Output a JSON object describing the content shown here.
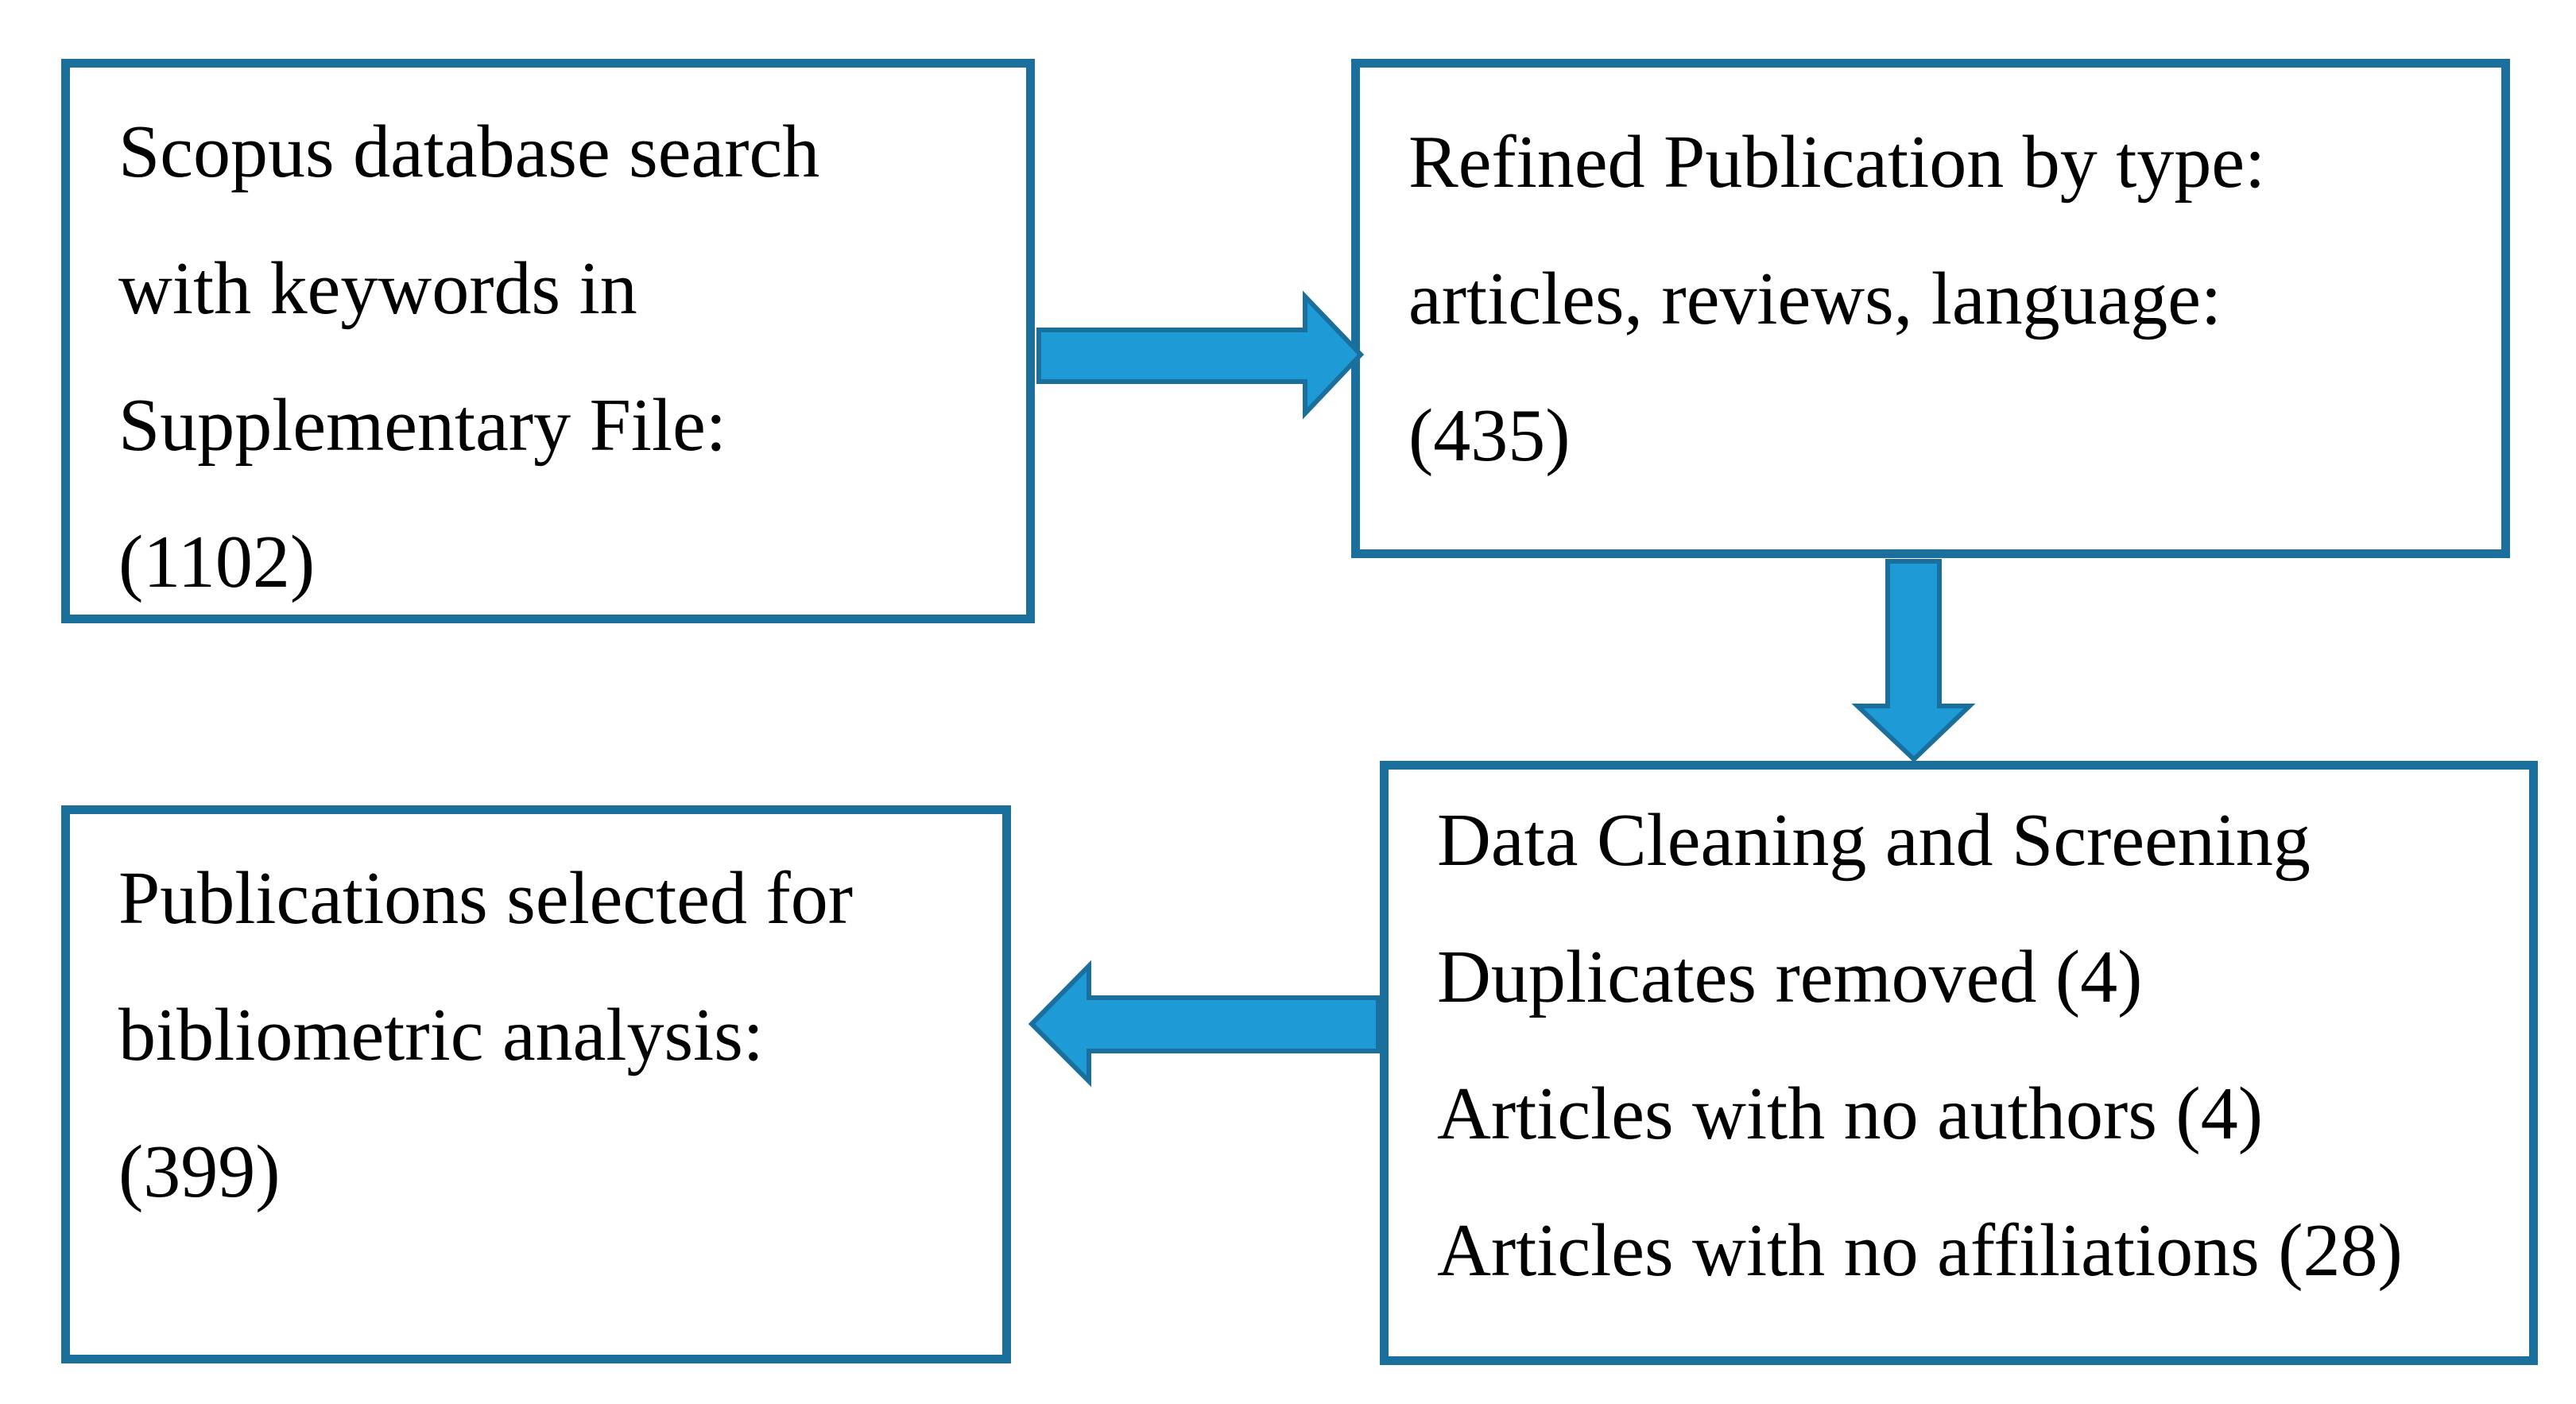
{
  "colors": {
    "box_border": "#1a6f9c",
    "arrow_fill": "#1e9bd7",
    "arrow_stroke": "#1a6f9c"
  },
  "boxes": {
    "search": {
      "lines": [
        "Scopus database search",
        "with keywords in",
        "Supplementary File:",
        "(1102)"
      ]
    },
    "refined": {
      "lines": [
        "Refined Publication by type:",
        "articles, reviews, language:",
        "(435)"
      ]
    },
    "cleaning": {
      "lines": [
        "Data Cleaning and Screening",
        "Duplicates removed (4)",
        "Articles with no authors (4)",
        "Articles with no affiliations (28)"
      ]
    },
    "selected": {
      "lines": [
        "Publications selected for",
        "bibliometric analysis:",
        "(399)"
      ]
    }
  }
}
